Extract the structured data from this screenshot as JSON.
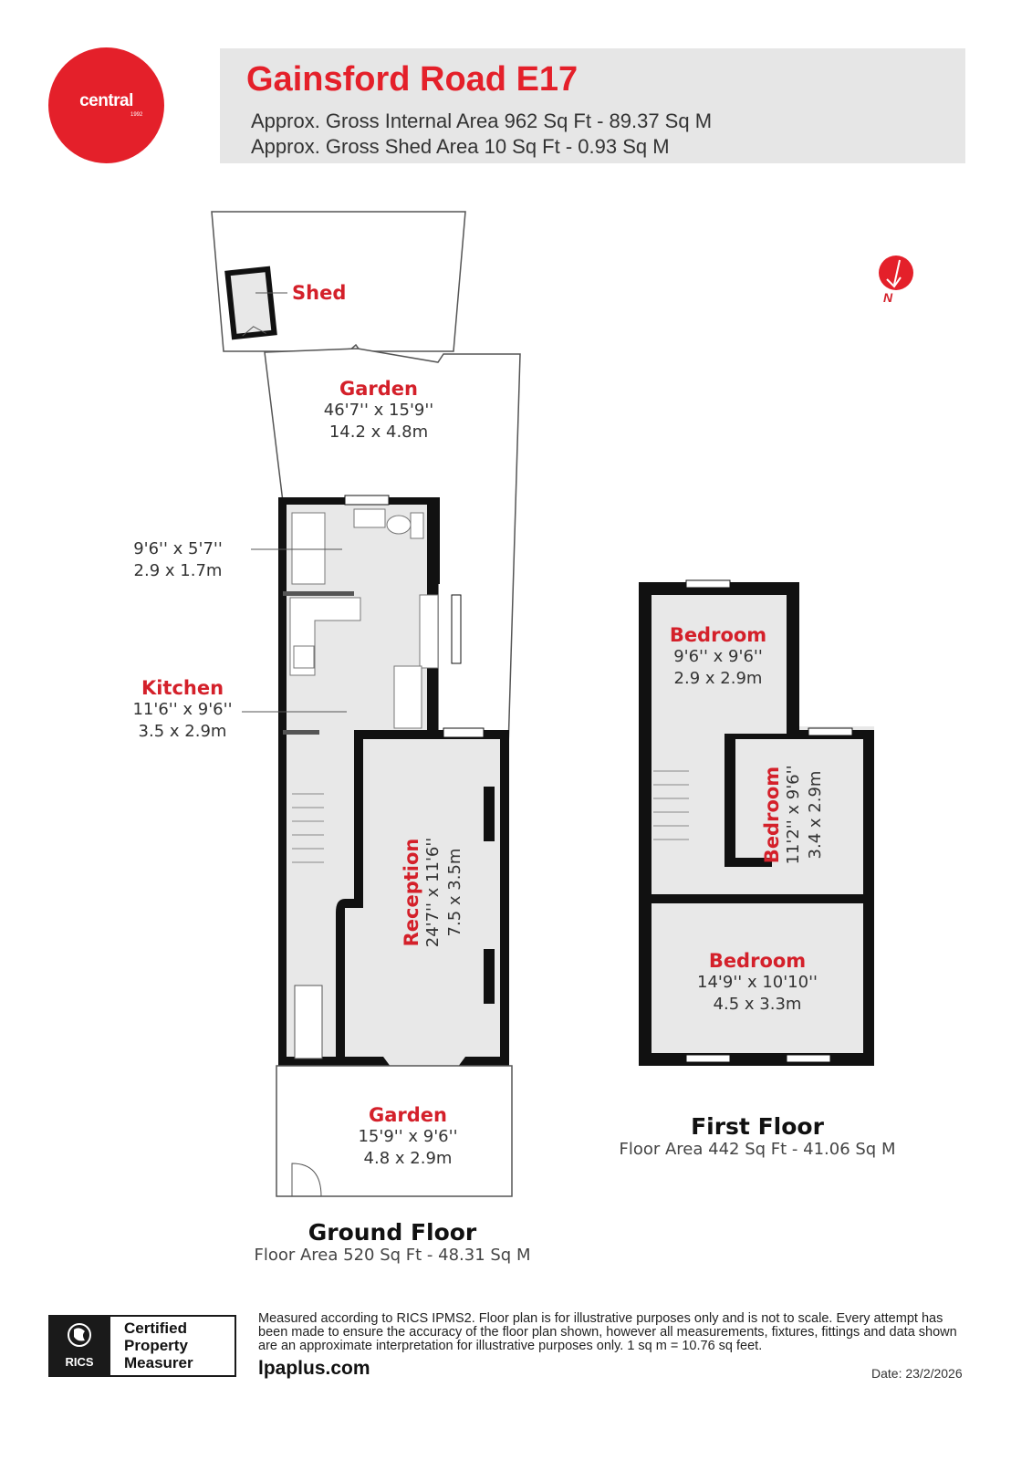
{
  "brand": {
    "logo_word": "central",
    "logo_year": "1992",
    "logo_color": "#e4202a"
  },
  "header": {
    "title": "Gainsford Road E17",
    "gross_internal": "Approx. Gross Internal Area 962 Sq Ft - 89.37 Sq M",
    "gross_shed": "Approx. Gross Shed Area 10 Sq Ft - 0.93 Sq M"
  },
  "compass": {
    "label": "N"
  },
  "ground_floor": {
    "title": "Ground Floor",
    "area": "Floor Area 520 Sq Ft - 48.31 Sq M",
    "rooms": {
      "shed": {
        "name": "Shed"
      },
      "rear_garden": {
        "name": "Garden",
        "imperial": "46'7'' x 15'9''",
        "metric": "14.2 x 4.8m"
      },
      "bathroom": {
        "imperial": "9'6'' x 5'7''",
        "metric": "2.9 x 1.7m"
      },
      "kitchen": {
        "name": "Kitchen",
        "imperial": "11'6'' x 9'6''",
        "metric": "3.5 x 2.9m"
      },
      "reception": {
        "name": "Reception",
        "imperial": "24'7'' x 11'6''",
        "metric": "7.5 x 3.5m"
      },
      "front_garden": {
        "name": "Garden",
        "imperial": "15'9'' x 9'6''",
        "metric": "4.8 x 2.9m"
      }
    }
  },
  "first_floor": {
    "title": "First Floor",
    "area": "Floor Area 442 Sq Ft - 41.06 Sq M",
    "rooms": {
      "bedroom_rear": {
        "name": "Bedroom",
        "imperial": "9'6'' x 9'6''",
        "metric": "2.9 x 2.9m"
      },
      "bedroom_middle": {
        "name": "Bedroom",
        "imperial": "11'2'' x 9'6''",
        "metric": "3.4 x 2.9m"
      },
      "bedroom_front": {
        "name": "Bedroom",
        "imperial": "14'9'' x 10'10''",
        "metric": "4.5 x 3.3m"
      }
    }
  },
  "footer": {
    "rics_mark": "RICS",
    "rics_certified": [
      "Certified",
      "Property",
      "Measurer"
    ],
    "disclaimer": "Measured according to RICS IPMS2. Floor plan is for illustrative purposes only and is not to scale. Every attempt has been made to ensure the accuracy of the floor plan shown, however all measurements, fixtures, fittings and data shown are an approximate interpretation for illustrative purposes only. 1 sq m = 10.76 sq feet.",
    "website": "lpaplus.com",
    "date": "Date: 23/2/2026"
  },
  "colors": {
    "accent": "#d4202a",
    "wall": "#111111",
    "floor": "#e8e8e8",
    "header_band": "#e6e6e6"
  }
}
